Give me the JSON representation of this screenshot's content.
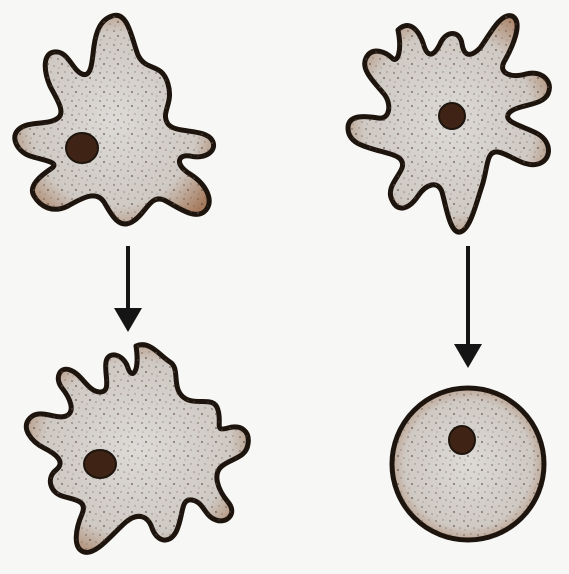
{
  "figure": {
    "panels": [
      {
        "id": "left",
        "before": "amoeba",
        "after": "amoeba"
      },
      {
        "id": "right",
        "before": "amoeba",
        "after": "rounded-cell"
      }
    ],
    "colors": {
      "background": "#f7f7f5",
      "outline": "#1d140d",
      "rim": "#a77c5e",
      "cytoplasm": "#d8d5d1",
      "nucleus": "#4a2a1a",
      "arrow": "#151515"
    }
  }
}
